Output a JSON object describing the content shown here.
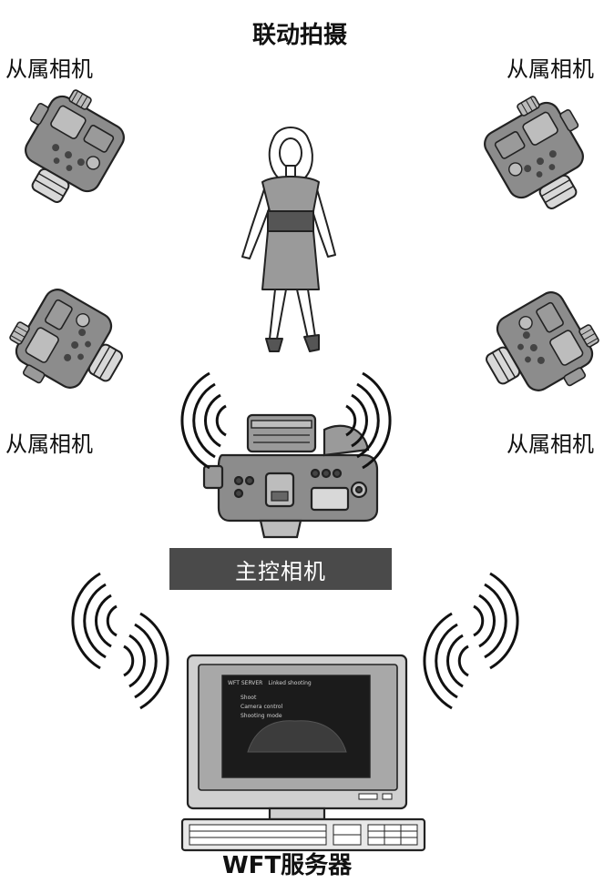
{
  "title": "联动拍摄",
  "slave_label": "从属相机",
  "master_label": "主控相机",
  "server_label": "WFT服务器",
  "screen": {
    "app_title": "WFT SERVER",
    "subtitle": "Linked shooting",
    "menu_items": [
      "Shoot",
      "Camera control",
      "Shooting mode"
    ]
  },
  "colors": {
    "master_bar": "#4a4a4a",
    "camera_body": "#8c8c8c",
    "monitor_screen": "#1b1b1b"
  }
}
